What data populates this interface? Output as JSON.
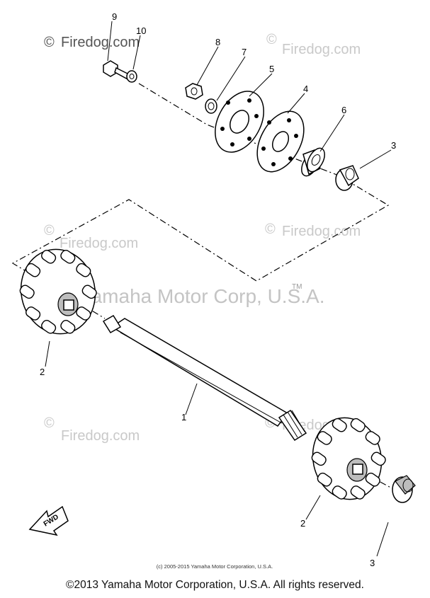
{
  "watermarks": {
    "site": "Firedog.com",
    "site_symbol": "©",
    "brand": "Yamaha Motor Corp, U.S.A.",
    "tm": "TM"
  },
  "callouts": {
    "c1": "1",
    "c2a": "2",
    "c2b": "2",
    "c3a": "3",
    "c3b": "3",
    "c4": "4",
    "c5": "5",
    "c6": "6",
    "c7": "7",
    "c8": "8",
    "c9": "9",
    "c10": "10"
  },
  "fwd_label": "FWD",
  "small_copyright": "(c) 2005-2015 Yamaha Motor Corporation, U.S.A.",
  "footer_copyright": "©2013 Yamaha Motor Corporation, U.S.A. All rights reserved."
}
